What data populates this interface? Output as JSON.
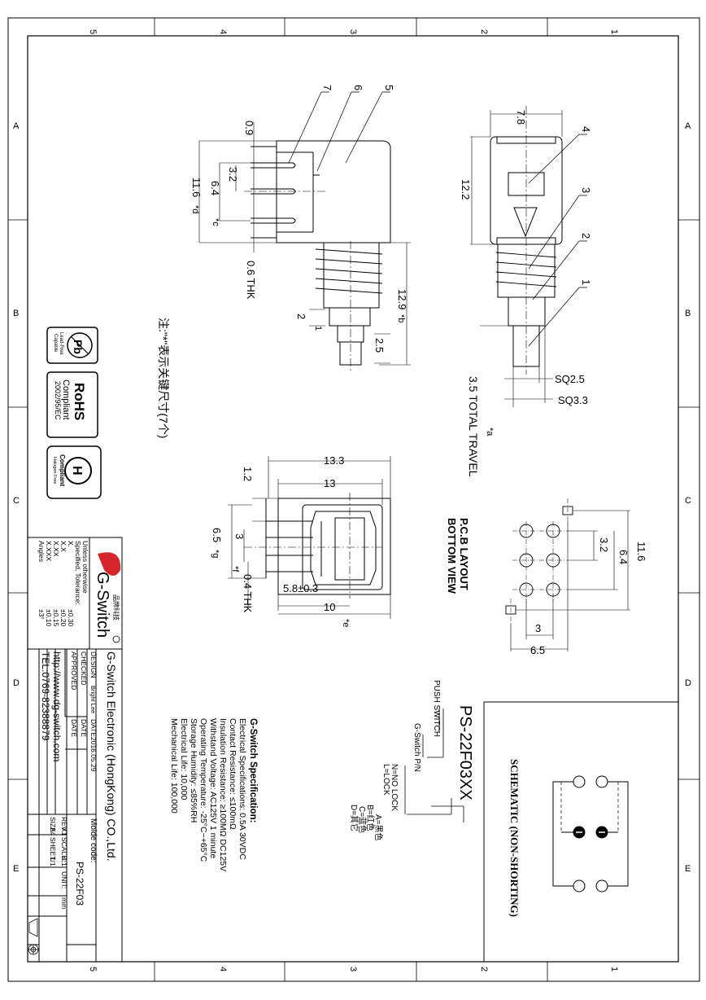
{
  "frame": {
    "col_labels": [
      "1",
      "2",
      "3",
      "4",
      "5"
    ],
    "row_labels": [
      "A",
      "B",
      "C",
      "D",
      "E"
    ]
  },
  "side_view": {
    "dims": [
      "0.9",
      "3.2",
      "6.4",
      "*c",
      "11.6",
      "*d",
      "0.6 THK",
      "12.9",
      "*b",
      "2",
      "1",
      "2.5"
    ],
    "balloons": [
      "7",
      "6",
      "5"
    ],
    "note": "注:\"*\"表示关键尺寸(7个)"
  },
  "front_view": {
    "dims": [
      "7.8",
      "12.2",
      "SQ2.5",
      "SQ3.3",
      "3.5 TOTAL TRAVEL",
      "*a"
    ],
    "balloons": [
      "4",
      "3",
      "2",
      "1"
    ]
  },
  "bottom_view": {
    "dims": [
      "13.3",
      "13",
      "1.2",
      "3",
      "6.5",
      "*g",
      "*f",
      "0.4 THK",
      "5.8±0.3",
      "10",
      "*e"
    ]
  },
  "pcb": {
    "title": "P.C.B LAYOUT",
    "subtitle": "BOTTOM VIEW",
    "dims": [
      "11.6",
      "3.2",
      "6.4",
      "3",
      "6.5"
    ]
  },
  "schematic": {
    "title": "SCHEMATIC (NON-SHORTING)"
  },
  "part_number": {
    "code": "PS-22F03XX",
    "labels": [
      "PUSH SWITCH",
      "G-Switch P/N",
      "N=NO LOCK",
      "L=LOCK"
    ],
    "colors": [
      "A=黑色",
      "B=红色",
      "C=蓝色",
      "D=其它"
    ]
  },
  "specification": {
    "title": "G-Switch Specification:",
    "lines": [
      "Electrical Specifications: 0.5A 30VDC",
      "Contact Resistance: ≤100mΩ",
      "Insulation Resistance: ≥100MΩ DC125V",
      "Withstand Voltage: AC125V 1 minute",
      "Operating Temperature: -25°C~+65°C",
      "Storage Humidity: ≤85%RH",
      "Electrical Life: 10,000",
      "Mechanical Life: 100,000"
    ]
  },
  "badges": {
    "pb": [
      "Pb",
      "Lead-Free",
      "Capable"
    ],
    "rohs": [
      "RoHS",
      "Compliant",
      "2002/95/EC"
    ],
    "halogen": [
      "H",
      "Compliant",
      "Halogen Free"
    ]
  },
  "title_block": {
    "logo_text": "G-Switch",
    "logo_cn": "品牌科技",
    "tolerance_header": [
      "Unless otherwise",
      "Specified, Tolerance:"
    ],
    "tolerances": [
      {
        "k": "X.",
        "v": "±0.30"
      },
      {
        "k": "X.X",
        "v": "±0.20"
      },
      {
        "k": "X.XX",
        "v": "±0.15"
      },
      {
        "k": "X.XXX",
        "v": "±0.10"
      },
      {
        "k": "Angles",
        "v": "±3°"
      }
    ],
    "company": "G-Switch Electronic (HongKong) CO.,Ltd.",
    "design_label": "DESIGN",
    "design_name": "Bright Lee",
    "date_label": "DATE",
    "date_value": "2016.05.29",
    "checked_label": "CHECKED",
    "approved_label": "APPROVED",
    "url": "http://www.dg-switch.com",
    "tel": "TEL:0769-82388879",
    "mode_code_label": "Molde code:",
    "model": "PS-22F03",
    "rev_label": "REV.",
    "rev_value": "X1",
    "scale_label": "SCALE:",
    "scale_value": "4:1",
    "unit_label": "UNIT:",
    "unit_value": "mm",
    "size_label": "SIZE:",
    "size_value": "A4",
    "sheet_label": "SHEET:",
    "sheet_value": "1/1"
  }
}
